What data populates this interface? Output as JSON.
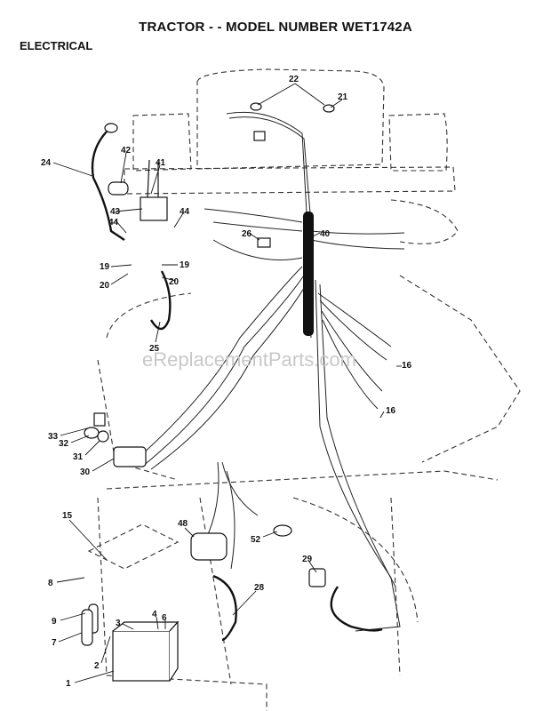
{
  "title": "TRACTOR - - MODEL NUMBER WET1742A",
  "section": "ELECTRICAL",
  "watermark": "eReplacementParts.com",
  "callouts": {
    "c22": "22",
    "c21": "21",
    "c24": "24",
    "c42": "42",
    "c41": "41",
    "c43": "43",
    "c44a": "44",
    "c44b": "44",
    "c26": "26",
    "c40": "40",
    "c19a": "19",
    "c19b": "19",
    "c20a": "20",
    "c20b": "20",
    "c25": "25",
    "c16a": "16",
    "c16b": "16",
    "c33": "33",
    "c32": "32",
    "c31": "31",
    "c30": "30",
    "c15": "15",
    "c48": "48",
    "c52": "52",
    "c29": "29",
    "c8": "8",
    "c28": "28",
    "c9": "9",
    "c3": "3",
    "c4": "4",
    "c6": "6",
    "c7": "7",
    "c2": "2",
    "c1": "1"
  }
}
